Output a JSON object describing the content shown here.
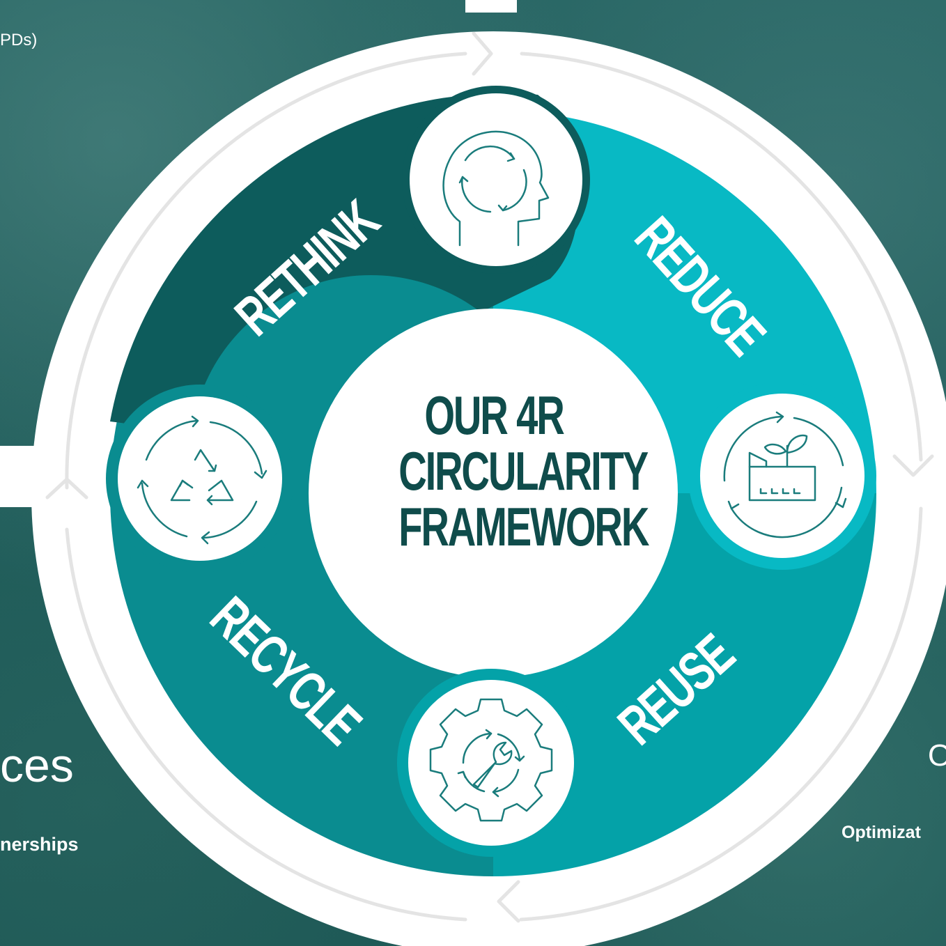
{
  "background": {
    "partial_texts": [
      "PDs)",
      "ces",
      "nerships",
      "O",
      "Optimizat"
    ]
  },
  "center_title": [
    "OUR 4R",
    "CIRCULARITY",
    "FRAMEWORK"
  ],
  "segments": [
    {
      "label": "RETHINK",
      "color": "#0d5c5c",
      "icon": "head-cycle-icon"
    },
    {
      "label": "REDUCE",
      "color": "#08b9c4",
      "icon": "factory-plant-icon"
    },
    {
      "label": "REUSE",
      "color": "#04a2a8",
      "icon": "gear-wrench-icon"
    },
    {
      "label": "RECYCLE",
      "color": "#0a8c90",
      "icon": "recycle-triangle-icon"
    }
  ],
  "colors": {
    "ring": "#ffffff",
    "arrow_ring": "#e4e4e4",
    "icon_stroke": "#1a7c7c",
    "title": "#0f4c4b"
  }
}
